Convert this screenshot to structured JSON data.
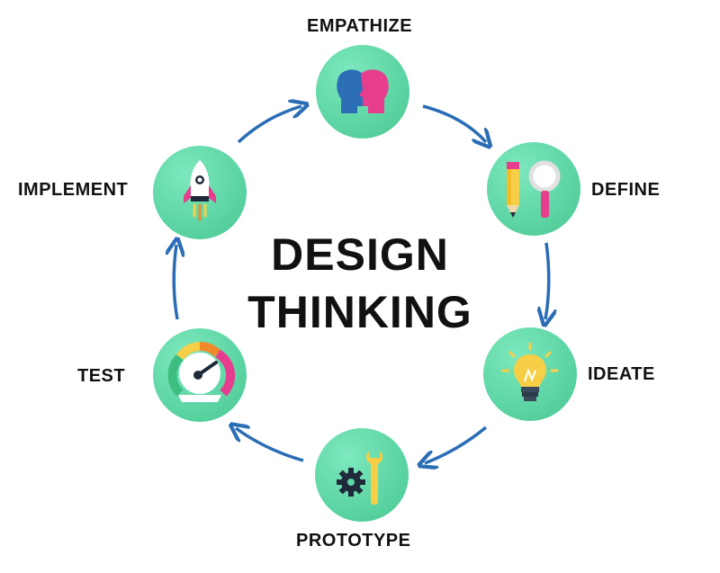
{
  "title": {
    "line1": "DESIGN",
    "line2": "THINKING"
  },
  "stages": [
    {
      "label": "EMPATHIZE",
      "icon": "two-heads-icon"
    },
    {
      "label": "DEFINE",
      "icon": "pencil-magnifier-icon"
    },
    {
      "label": "IDEATE",
      "icon": "lightbulb-icon"
    },
    {
      "label": "PROTOTYPE",
      "icon": "gear-wrench-icon"
    },
    {
      "label": "TEST",
      "icon": "gauge-icon"
    },
    {
      "label": "IMPLEMENT",
      "icon": "rocket-icon"
    }
  ],
  "colors": {
    "circle": "#5fd6a6",
    "arrow": "#2a6db5",
    "text": "#111111",
    "accent_pink": "#e63d8e",
    "accent_yellow": "#f6cf47",
    "dark": "#1e2a3a"
  }
}
